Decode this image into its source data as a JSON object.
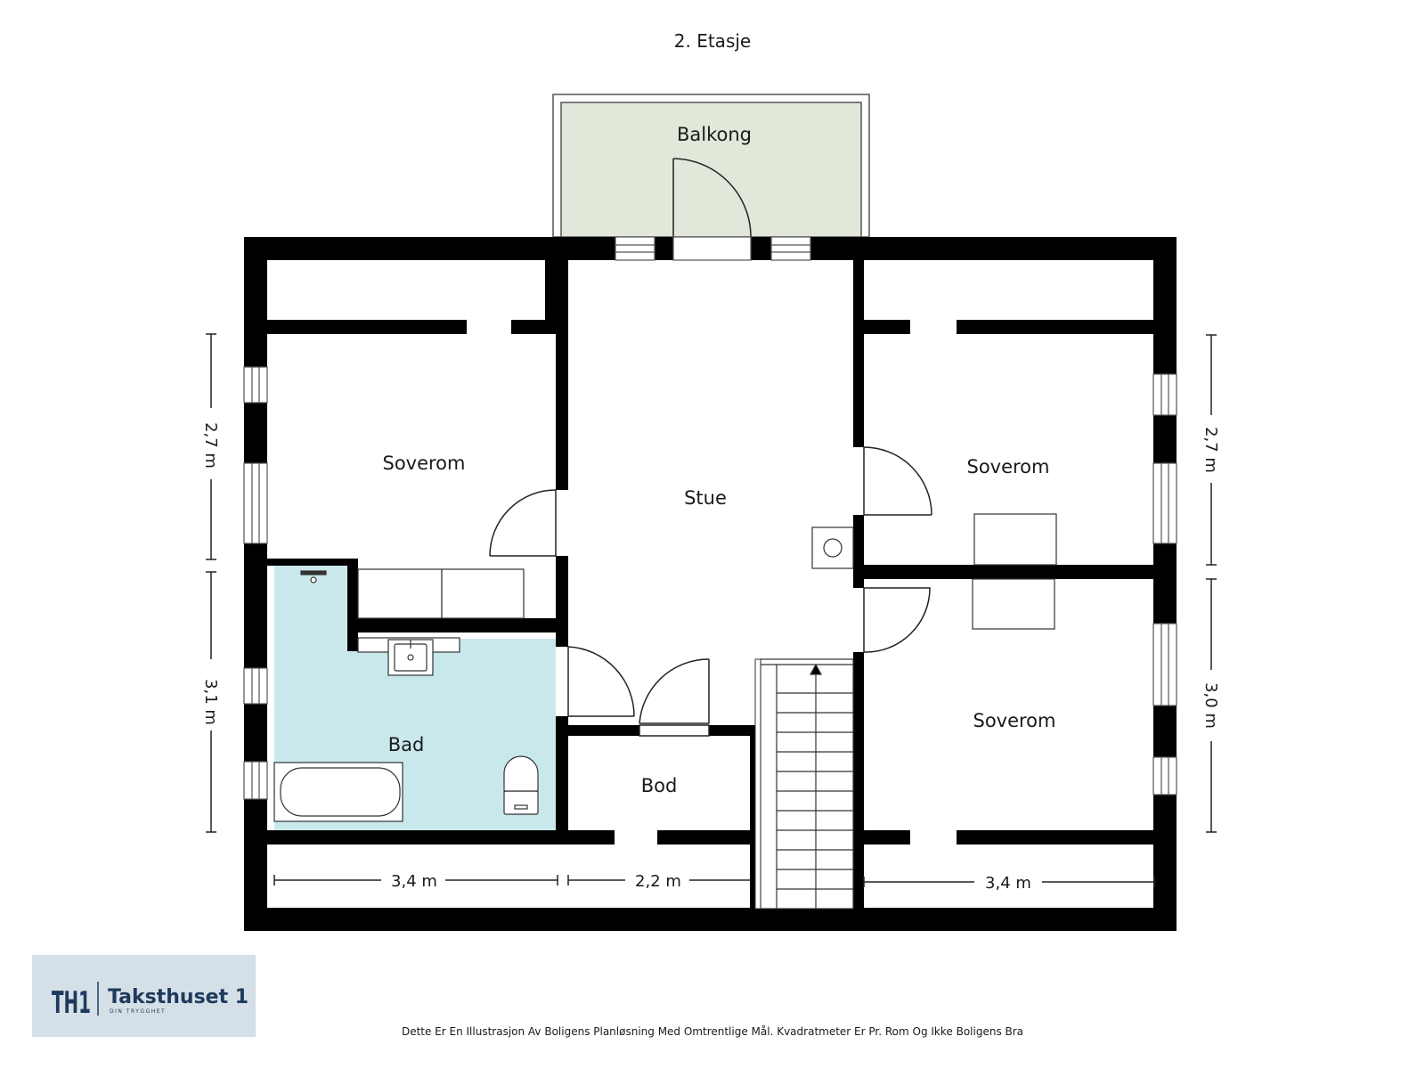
{
  "title": "2. Etasje",
  "rooms": {
    "balcony": "Balkong",
    "bedroom_left": "Soverom",
    "living": "Stue",
    "bedroom_right_top": "Soverom",
    "bedroom_right_bottom": "Soverom",
    "bathroom": "Bad",
    "storage": "Bod"
  },
  "dimensions": {
    "left_upper": "2,7 m",
    "left_lower": "3,1 m",
    "right_upper": "2,7 m",
    "right_lower": "3,0 m",
    "bottom_left": "3,4 m",
    "bottom_middle": "2,2 m",
    "bottom_right": "3,4 m"
  },
  "logo": {
    "mark": "TH1",
    "name": "Taksthuset 1",
    "tagline": "DIN TRYGGHET"
  },
  "disclaimer": "Dette Er En Illustrasjon Av Boligens Planløsning Med Omtrentlige Mål. Kvadratmeter Er Pr. Rom Og Ikke Boligens Bra",
  "colors": {
    "wall": "#000000",
    "balcony_fill": "#e1e7d9",
    "bathroom_fill": "#c9e8ec",
    "logo_bg": "#d4dfe7",
    "logo_text": "#1e3a5c"
  }
}
